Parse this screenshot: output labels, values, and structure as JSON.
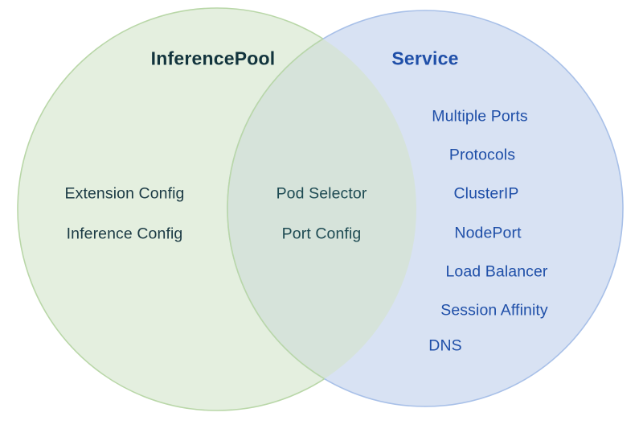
{
  "diagram": {
    "type": "venn",
    "title_left": "InferencePool",
    "title_right": "Service",
    "background_color": "#ffffff",
    "left_circle": {
      "label": "InferencePool",
      "fill_color": "#e4efdf",
      "stroke_color": "#b9d7a8",
      "label_color": "#12343d",
      "items": [
        "Extension Config",
        "Inference Config"
      ]
    },
    "intersection": {
      "fill_color": "#d6e3da",
      "label_color": "#1d4a52",
      "items": [
        "Pod Selector",
        "Port Config"
      ]
    },
    "right_circle": {
      "label": "Service",
      "fill_color": "#d8e2f3",
      "stroke_color": "#a8c0e8",
      "label_color": "#1f4fa8",
      "items": [
        "Multiple Ports",
        "Protocols",
        "ClusterIP",
        "NodePort",
        "Load Balancer",
        "Session Affinity",
        "DNS"
      ]
    }
  }
}
